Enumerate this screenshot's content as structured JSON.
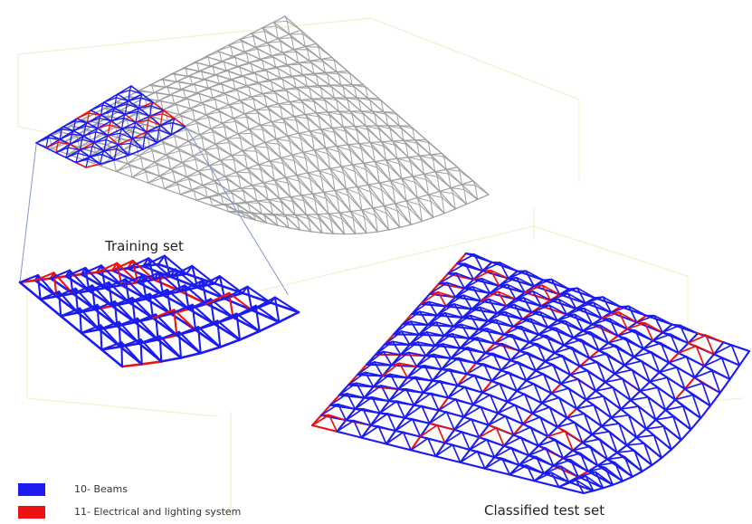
{
  "labels": {
    "training": "Training set",
    "test": "Classified test set"
  },
  "legend": [
    {
      "label": "10- Beams",
      "color": "#1b1bf2"
    },
    {
      "label": "11- Electrical and lighting system",
      "color": "#ee1111"
    }
  ],
  "colors": {
    "unclassified_structure": "#9a9a9a",
    "background_grid": "#f2efcf",
    "connector_line": "#7f95cc"
  }
}
